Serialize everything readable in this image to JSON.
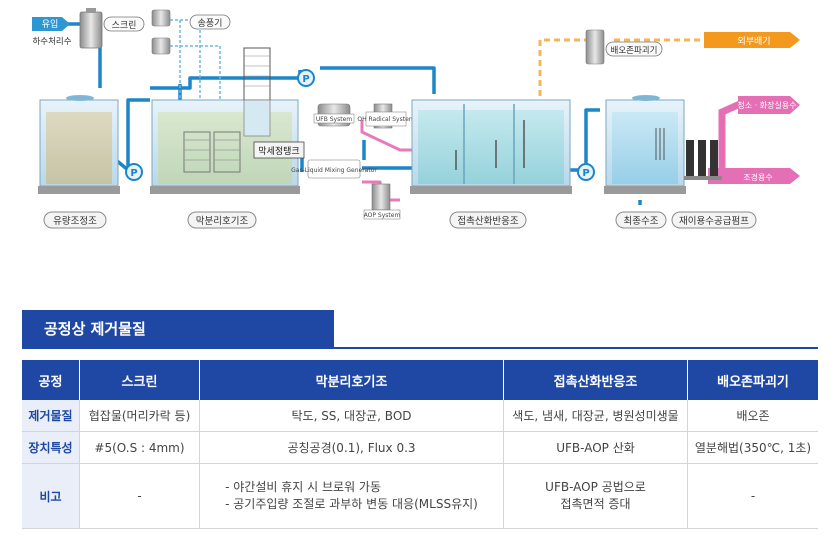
{
  "diagram": {
    "inflow_label": "유입",
    "sewage_label": "하수처리수",
    "screen_label": "스크린",
    "blower_label": "송풍기",
    "membrane_tank_label": "막세정탱크",
    "ufb_system_label": "UFB System",
    "oh_radical_label": "OH Radical System",
    "gas_liquid_label": "Gas-Liquid Mixing Generator",
    "aop_system_label": "AOP System",
    "ozone_destroyer_label": "배오존파괴기",
    "external_exhaust_label": "외부배기",
    "cleaning_water_label": "청소 · 화장실용수",
    "landscape_water_label": "조경용수",
    "tanks": [
      "유량조정조",
      "막분리호기조",
      "접촉산화반응조",
      "최종수조",
      "재이용수공급펌프"
    ],
    "pump_symbol": "P",
    "colors": {
      "pipe_blue": "#1c86c8",
      "pipe_pink": "#e87ab8",
      "pipe_orange": "#f4b65a",
      "arrow_orange": "#f39a1e",
      "arrow_pink": "#e46fb4"
    }
  },
  "section": {
    "title": "공정상 제거물질"
  },
  "table": {
    "headers": [
      "공정",
      "스크린",
      "막분리호기조",
      "접촉산화반응조",
      "배오존파괴기"
    ],
    "rows": [
      {
        "head": "제거물질",
        "cells": [
          "협잡물(머리카락 등)",
          "탁도, SS, 대장균, BOD",
          "색도, 냄새, 대장균, 병원성미생물",
          "배오존"
        ]
      },
      {
        "head": "장치특성",
        "cells": [
          "#5(O.S : 4mm)",
          "공칭공경(0.1), Flux 0.3",
          "UFB-AOP 산화",
          "열분해법(350℃, 1초)"
        ]
      },
      {
        "head": "비고",
        "cells": [
          "-",
          [
            "- 야간설비 휴지 시 브로워 가동",
            "- 공기주입량 조절로 과부하 변동 대응(MLSS유지)"
          ],
          [
            "UFB-AOP 공법으로",
            "접촉면적 증대"
          ],
          "-"
        ]
      }
    ]
  }
}
